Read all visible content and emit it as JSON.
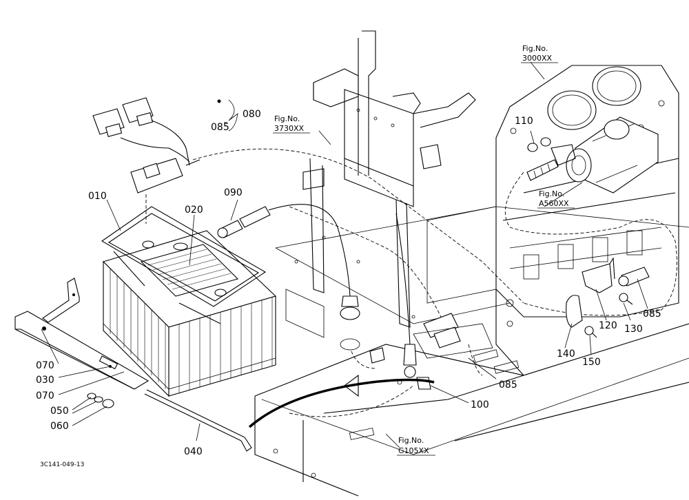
{
  "callouts": {
    "c010": "010",
    "c020": "020",
    "c030": "030",
    "c040": "040",
    "c050": "050",
    "c060": "060",
    "c070a": "070",
    "c070b": "070",
    "c080": "080",
    "c085a": "085",
    "c085b": "085",
    "c085c": "085",
    "c090": "090",
    "c100": "100",
    "c110": "110",
    "c120": "120",
    "c130": "130",
    "c140": "140",
    "c150": "150"
  },
  "fig_refs": {
    "f3000": {
      "title": "Fig.No.",
      "code": "3000XX"
    },
    "f3730": {
      "title": "Fig.No.",
      "code": "3730XX"
    },
    "fA560": {
      "title": "Fig.No.",
      "code": "A560XX"
    },
    "fG105": {
      "title": "Fig.No.",
      "code": "G105XX"
    }
  },
  "drawing_code": "3C141-049-13"
}
